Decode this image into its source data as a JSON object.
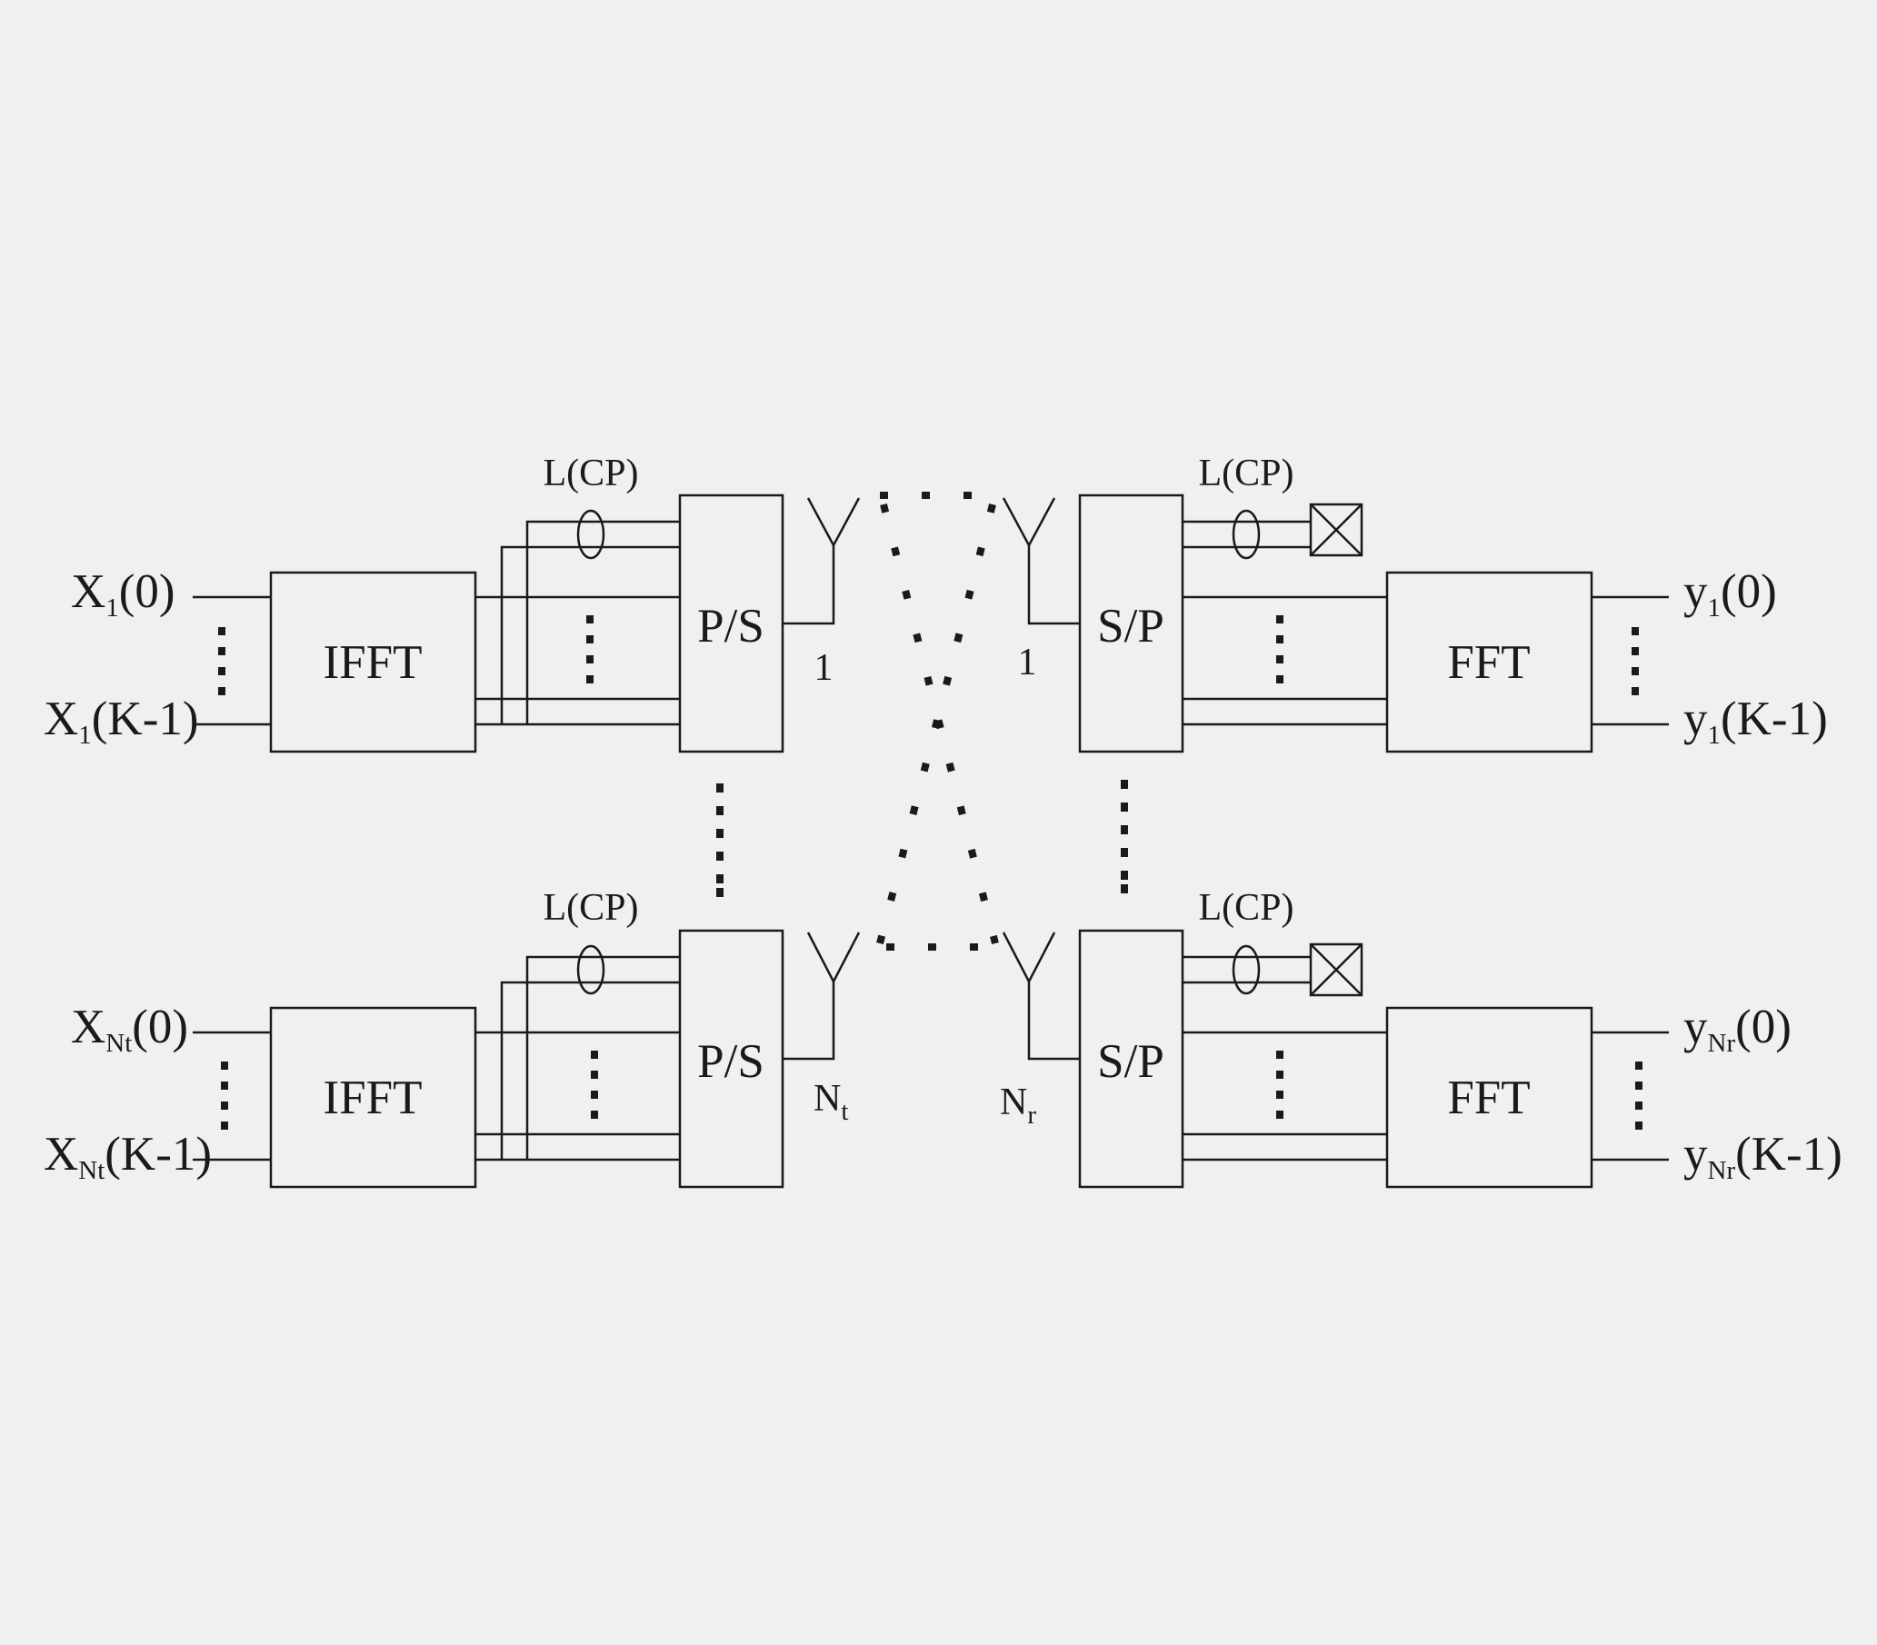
{
  "diagram": {
    "tx_top": {
      "in_first": {
        "base": "X",
        "sub": "1",
        "rest": "(0)"
      },
      "in_last": {
        "base": "X",
        "sub": "1",
        "rest": "(K-1)"
      },
      "ifft": "IFFT",
      "cp": "L(CP)",
      "ps": "P/S",
      "antenna": {
        "base": "1",
        "sub": ""
      }
    },
    "tx_bottom": {
      "in_first": {
        "base": "X",
        "sub": "Nt",
        "rest": "(0)"
      },
      "in_last": {
        "base": "X",
        "sub": "Nt",
        "rest": "(K-1)"
      },
      "ifft": "IFFT",
      "cp": "L(CP)",
      "ps": "P/S",
      "antenna": {
        "base": "N",
        "sub": "t"
      }
    },
    "rx_top": {
      "sp": "S/P",
      "cp": "L(CP)",
      "fft": "FFT",
      "antenna": {
        "base": "1",
        "sub": ""
      },
      "out_first": {
        "base": "y",
        "sub": "1",
        "rest": "(0)"
      },
      "out_last": {
        "base": "y",
        "sub": "1",
        "rest": "(K-1)"
      }
    },
    "rx_bottom": {
      "sp": "S/P",
      "cp": "L(CP)",
      "fft": "FFT",
      "antenna": {
        "base": "N",
        "sub": "r"
      },
      "out_first": {
        "base": "y",
        "sub": "Nr",
        "rest": "(0)"
      },
      "out_last": {
        "base": "y",
        "sub": "Nr",
        "rest": "(K-1)"
      }
    }
  }
}
